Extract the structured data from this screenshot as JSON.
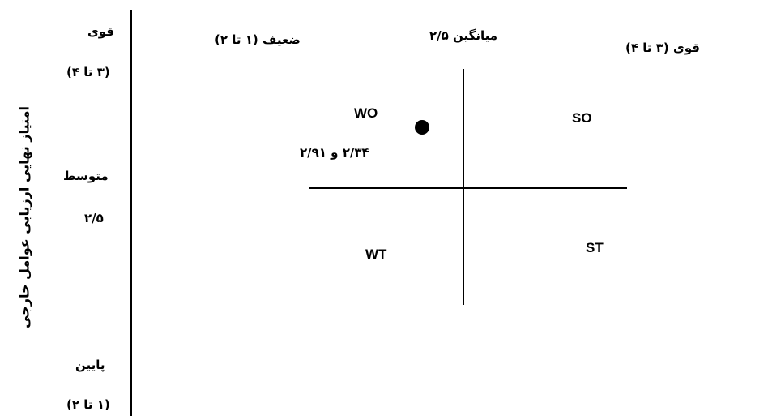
{
  "y_axis": {
    "title": "امتیاز نهایی ارزیابی عوامل خارجی",
    "strong_label": "قوی",
    "strong_range": "(۳ تا ۴)",
    "medium_label": "متوسط",
    "medium_value": "۲/۵",
    "low_label": "پایین",
    "low_range": "(۱ تا ۲)"
  },
  "x_axis": {
    "weak_label": "ضعیف (۱ تا ۲)",
    "average_label": "میانگین ۲/۵",
    "strong_label": "قوی (۳ تا ۴)"
  },
  "quadrants": {
    "wo": "WO",
    "so": "SO",
    "wt": "WT",
    "st": "ST"
  },
  "point": {
    "label": "۲/۳۴ و ۲/۹۱"
  }
}
